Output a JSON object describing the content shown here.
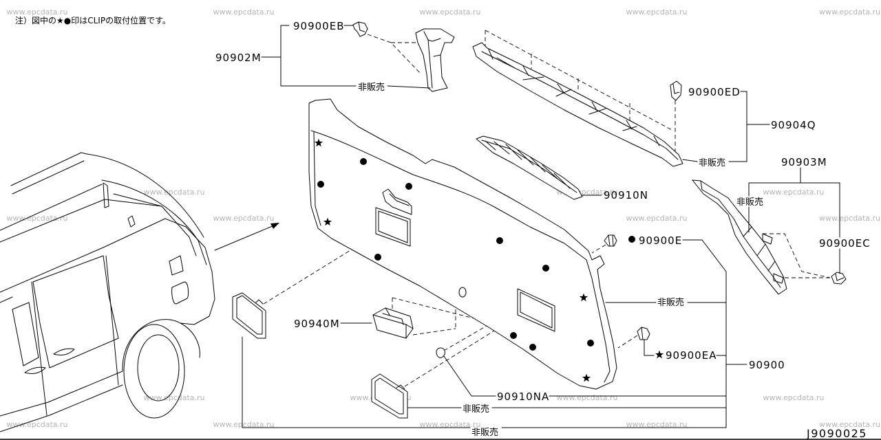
{
  "note": "注）図中の★●印はCLIPの取付位置です。",
  "watermark": "www.epcdata.ru",
  "diagram_code": "J9090025",
  "callouts": {
    "p90900EB": "90900EB",
    "p90902M": "90902M",
    "ns_90902M": "非販売",
    "p90900ED": "90900ED",
    "p90904Q": "90904Q",
    "ns_90904Q": "非販売",
    "p90903M": "90903M",
    "ns_90903M": "非販売",
    "p90910N": "90910N",
    "p90900EC": "90900EC",
    "p90900E": "90900E",
    "ns_90900": "非販売",
    "p90940M": "90940M",
    "p90900EA": "90900EA",
    "p90900": "90900",
    "p90910NA": "90910NA",
    "ns_lower_frame": "非販売",
    "ns_left_frame": "非販売"
  }
}
